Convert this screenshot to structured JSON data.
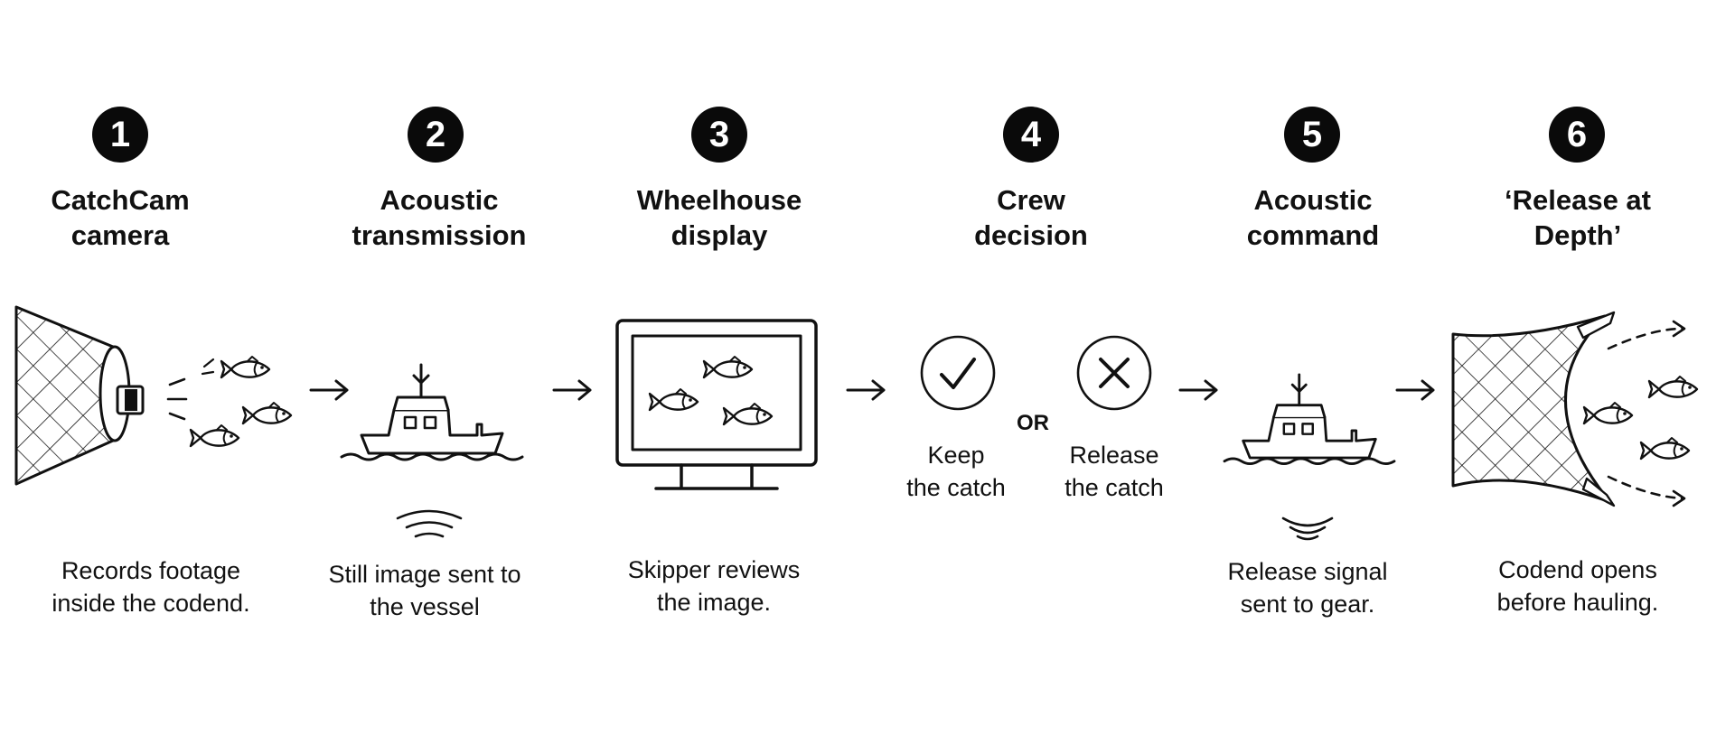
{
  "steps": [
    {
      "number": "1",
      "title": "CatchCam\ncamera",
      "caption": "Records footage\ninside the codend.",
      "icon": "codend-camera-icon"
    },
    {
      "number": "2",
      "title": "Acoustic\ntransmission",
      "caption": "Still image sent to\nthe vessel",
      "icon": "vessel-icon"
    },
    {
      "number": "3",
      "title": "Wheelhouse\ndisplay",
      "caption": "Skipper reviews\nthe image.",
      "icon": "monitor-icon"
    },
    {
      "number": "4",
      "title": "Crew\ndecision",
      "caption": "",
      "icon": "decision-icon"
    },
    {
      "number": "5",
      "title": "Acoustic\ncommand",
      "caption": "Release signal\nsent to gear.",
      "icon": "vessel-icon"
    },
    {
      "number": "6",
      "title": "‘Release at\nDepth’",
      "caption": "Codend opens\nbefore hauling.",
      "icon": "open-codend-icon"
    }
  ],
  "decision": {
    "keep_label": "Keep\nthe catch",
    "release_label": "Release\nthe catch",
    "or_label": "OR",
    "keep_icon": "checkmark-circle-icon",
    "release_icon": "x-circle-icon"
  },
  "colors": {
    "ink": "#111111",
    "badge": "#0a0a0a",
    "background": "#ffffff"
  }
}
